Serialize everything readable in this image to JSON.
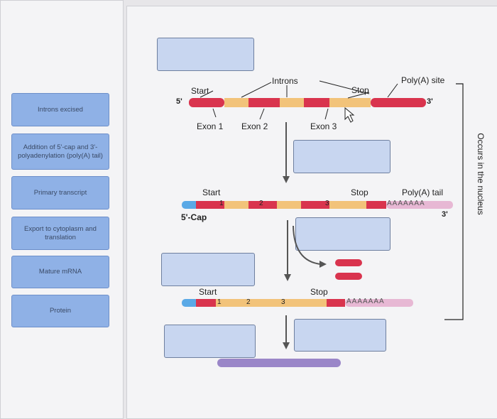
{
  "cards": [
    {
      "text": "Introns excised"
    },
    {
      "text": "Addition of 5'-cap and 3'-polyadenylation (poly(A) tail)"
    },
    {
      "text": "Primary transcript"
    },
    {
      "text": "Export to cytoplasm and translation"
    },
    {
      "text": "Mature mRNA"
    },
    {
      "text": "Protein"
    }
  ],
  "gene": {
    "five_prime": "5'",
    "three_prime": "3'",
    "start": "Start",
    "introns": "Introns",
    "stop": "Stop",
    "polya_site": "Poly(A) site",
    "exon1": "Exon 1",
    "exon2": "Exon 2",
    "exon3": "Exon 3"
  },
  "primary": {
    "start": "Start",
    "stop": "Stop",
    "polya_tail": "Poly(A) tail",
    "polya_seq": "AAAAAAA",
    "three_prime": "3'",
    "cap": "5'-Cap",
    "e1": "1",
    "e2": "2",
    "e3": "3"
  },
  "mature": {
    "start": "Start",
    "stop": "Stop",
    "polya_seq": "AAAAAAA",
    "e1": "1",
    "e2": "2",
    "e3": "3"
  },
  "nucleus_label": "Occurs in the nucleus",
  "colors": {
    "exon": "#f2c37a",
    "intron": "#d9344e",
    "cap": "#5aa9e6",
    "protein": "#9a86c8",
    "card": "#8fb1e6",
    "drop": "#c8d6f0"
  }
}
